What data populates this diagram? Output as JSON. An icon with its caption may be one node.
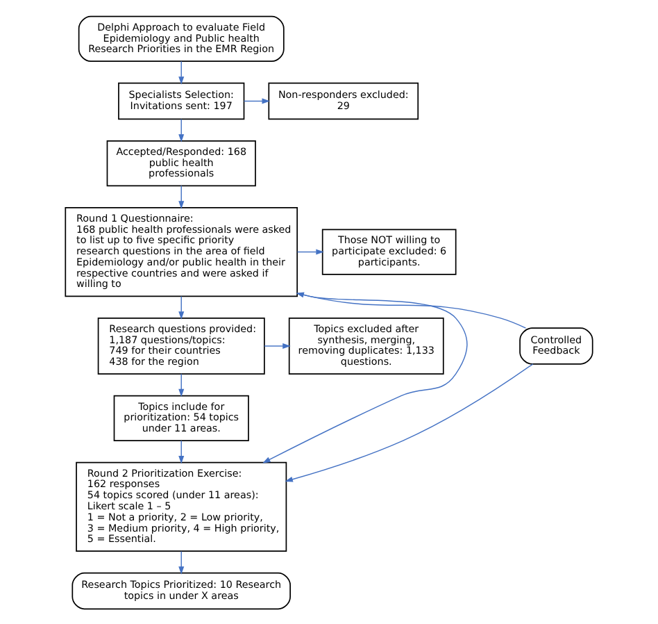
{
  "diagram": {
    "nodes": [
      {
        "text": [
          "Delphi Approach to evaluate Field Epidemiology and Public health Research Priorities in the EMR Region"
        ]
      },
      {
        "text": [
          "Specialists Selection: Invitations sent: 197"
        ]
      },
      {
        "text": [
          "Non-responders excluded: 29"
        ]
      },
      {
        "text": [
          "Accepted/Responded: 168 public health professionals"
        ]
      },
      {
        "text": [
          "Round 1 Questionnaire:",
          "168 public health professionals were asked to list up to five specific priority research questions in the area of field Epidemiology and/or public health in their respective countries and were asked if willing to"
        ]
      },
      {
        "text": [
          "Those NOT willing to participate excluded: 6 participants."
        ]
      },
      {
        "text": [
          "Research questions provided:",
          "1,187 questions/topics:",
          "749 for their countries",
          "438 for the region"
        ]
      },
      {
        "text": [
          "Topics excluded after synthesis, merging, removing duplicates: 1,133 questions."
        ]
      },
      {
        "text": [
          "Topics include for prioritization: 54 topics under 11 areas."
        ]
      },
      {
        "text": [
          "Round 2 Prioritization Exercise:",
          "162 responses",
          "54 topics scored (under 11 areas):",
          "Likert scale 1 – 5",
          "1 = Not a priority, 2 = Low priority,",
          "3 = Medium priority, 4 = High priority,",
          "5 = Essential."
        ]
      },
      {
        "text": [
          "Controlled Feedback"
        ]
      },
      {
        "text": [
          "Research Topics Prioritized: 10 Research topics in under X areas"
        ]
      }
    ],
    "edges": [
      {
        "from": 0,
        "to": 1,
        "arrow": "to"
      },
      {
        "from": 1,
        "to": 2,
        "arrow": "to"
      },
      {
        "from": 1,
        "to": 3,
        "arrow": "to"
      },
      {
        "from": 3,
        "to": 4,
        "arrow": "to"
      },
      {
        "from": 4,
        "to": 5,
        "arrow": "to"
      },
      {
        "from": 4,
        "to": 6,
        "arrow": "to"
      },
      {
        "from": 6,
        "to": 7,
        "arrow": "to"
      },
      {
        "from": 6,
        "to": 8,
        "arrow": "to"
      },
      {
        "from": 8,
        "to": 9,
        "arrow": "to"
      },
      {
        "from": 4,
        "to": 9,
        "arrow": "to"
      },
      {
        "from": 10,
        "to": 4,
        "arrow": "to"
      },
      {
        "from": 10,
        "to": 9,
        "arrow": "to"
      },
      {
        "from": 9,
        "to": 11,
        "arrow": "to"
      }
    ]
  }
}
